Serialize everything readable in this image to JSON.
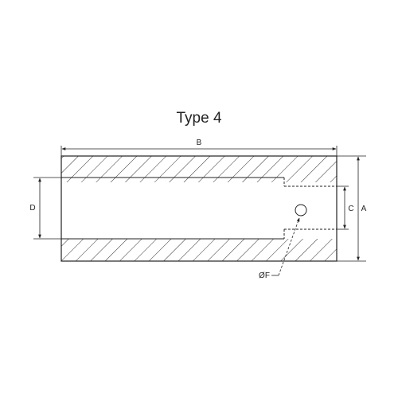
{
  "title": "Type 4",
  "labels": {
    "a": "A",
    "b": "B",
    "c": "C",
    "d": "D",
    "f": "ØF"
  },
  "colors": {
    "line": "#222222",
    "hatch": "#333333",
    "background": "#ffffff"
  }
}
